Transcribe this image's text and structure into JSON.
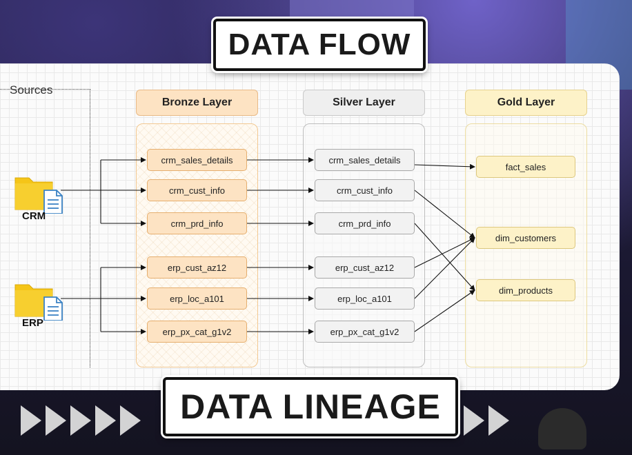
{
  "banners": {
    "top": "DATA FLOW",
    "bottom": "DATA LINEAGE"
  },
  "sources": {
    "label": "Sources",
    "systems": [
      {
        "name": "CRM"
      },
      {
        "name": "ERP"
      }
    ]
  },
  "layers": {
    "bronze": {
      "title": "Bronze Layer",
      "tables": [
        "crm_sales_details",
        "crm_cust_info",
        "crm_prd_info",
        "erp_cust_az12",
        "erp_loc_a101",
        "erp_px_cat_g1v2"
      ]
    },
    "silver": {
      "title": "Silver Layer",
      "tables": [
        "crm_sales_details",
        "crm_cust_info",
        "crm_prd_info",
        "erp_cust_az12",
        "erp_loc_a101",
        "erp_px_cat_g1v2"
      ]
    },
    "gold": {
      "title": "Gold Layer",
      "tables": [
        "fact_sales",
        "dim_customers",
        "dim_products"
      ]
    }
  },
  "colors": {
    "bronze": "#fde3c3",
    "silver": "#f2f2f2",
    "gold": "#fdf2c8",
    "folder": "#f5c518",
    "document": "#3b82c4",
    "banner_bg": "#ffffff"
  },
  "icons": [
    "folder-icon",
    "document-icon"
  ]
}
